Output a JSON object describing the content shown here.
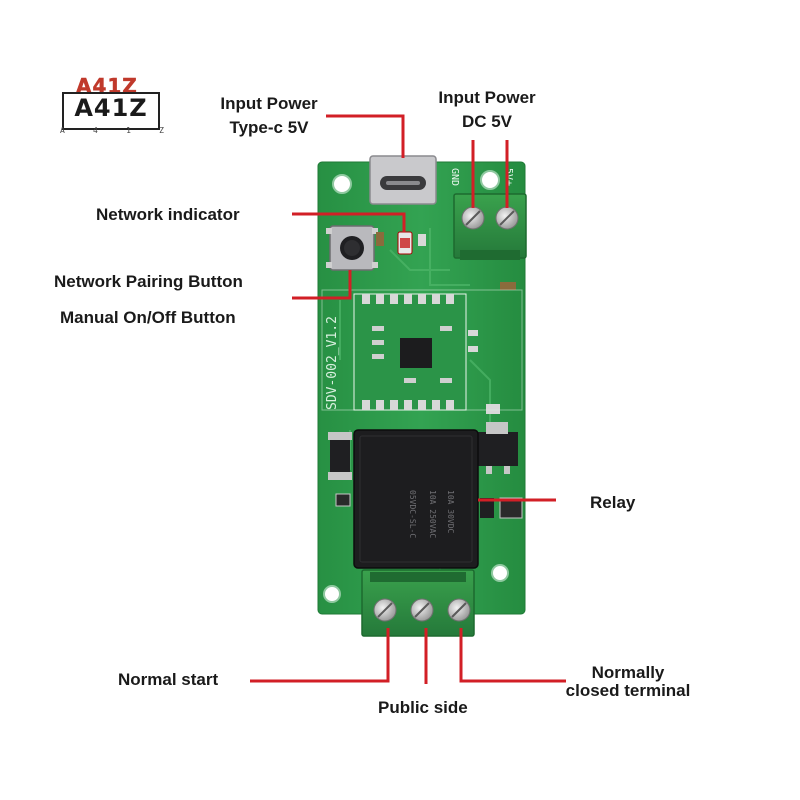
{
  "logo": {
    "top_text": "A41Z",
    "main_text": "A41Z",
    "letters": [
      "A",
      "4",
      "1",
      "Z"
    ]
  },
  "board": {
    "silkscreen_version": "SDV-002_V1.2",
    "gnd_label": "GND",
    "plus5v_label": "5V+",
    "colors": {
      "pcb": "#2e9a4c",
      "terminal": "#2f8a3e",
      "relay": "#1d1d1f",
      "pointer": "#d21f26"
    }
  },
  "labels": {
    "input_power_typec_line1": "Input Power",
    "input_power_typec_line2": "Type-c 5V",
    "input_power_dc_line1": "Input Power",
    "input_power_dc_line2": "DC 5V",
    "network_indicator": "Network indicator",
    "network_pairing_button": "Network Pairing Button",
    "manual_onoff_button": "Manual On/Off Button",
    "relay": "Relay",
    "normal_start": "Normal start",
    "public_side": "Public side",
    "normally_closed_line1": "Normally",
    "normally_closed_line2": "closed terminal"
  }
}
